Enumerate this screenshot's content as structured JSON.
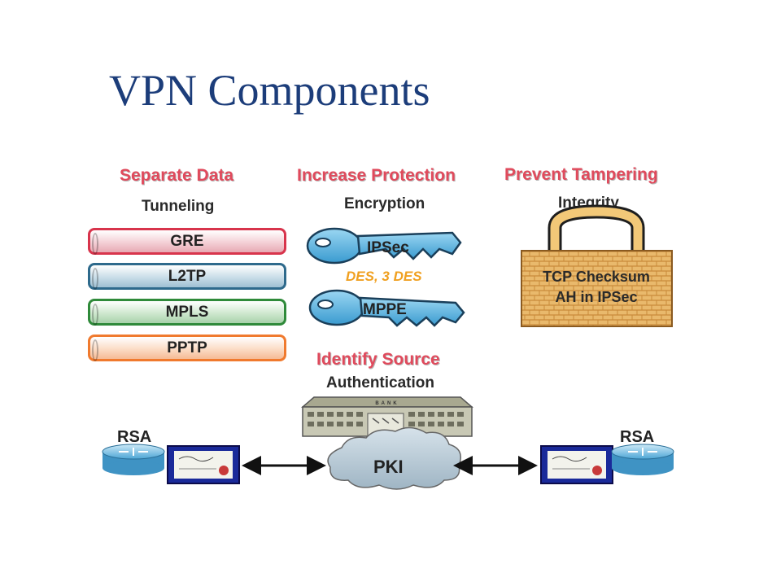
{
  "title": "VPN Components",
  "sections": {
    "tunneling": {
      "heading": "Separate Data",
      "subheading": "Tunneling",
      "protocols": [
        "GRE",
        "L2TP",
        "MPLS",
        "PPTP"
      ]
    },
    "encryption": {
      "heading": "Increase Protection",
      "subheading": "Encryption",
      "keys": [
        "IPSec",
        "MPPE"
      ],
      "algorithms": "DES, 3 DES"
    },
    "integrity": {
      "heading": "Prevent Tampering",
      "subheading": "Integrity",
      "lock_line1": "TCP Checksum",
      "lock_line2": "AH in IPSec"
    },
    "authentication": {
      "heading": "Identify Source",
      "subheading": "Authentication",
      "bank_sign": "BANK",
      "pki": "PKI",
      "rsa_left": "RSA",
      "rsa_right": "RSA"
    }
  },
  "colors": {
    "title": "#1c3d7a",
    "heading": "#e04a5c",
    "key_blue": "#5fb8e6",
    "lock_tan": "#e8b86a",
    "cloud": "#b9cbd8"
  }
}
